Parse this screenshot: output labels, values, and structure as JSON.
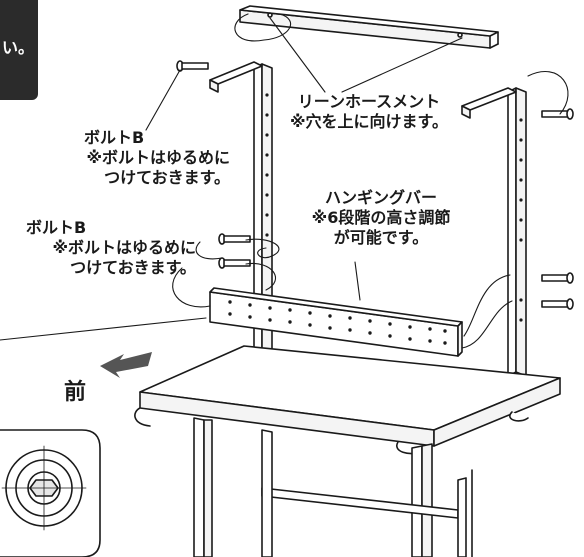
{
  "corner_tab": {
    "text": "い。"
  },
  "callouts": {
    "reinforcement": {
      "title": "リーンホースメント",
      "note": "※穴を上に向けます。"
    },
    "bolt_upper": {
      "title": "ボルトB",
      "note1": "※ボルトはゆるめに",
      "note2": "つけておきます。"
    },
    "bolt_lower": {
      "title": "ボルトB",
      "note1": "※ボルトはゆるめに",
      "note2": "つけておきます。"
    },
    "hanging_bar": {
      "title": "ハンギングバー",
      "note1": "※6段階の高さ調節",
      "note2": "が可能です。"
    }
  },
  "front": {
    "label": "前"
  },
  "colors": {
    "line": "#1a1a1a",
    "fill": "#ffffff",
    "panel": "#f4f4f4",
    "tab": "#2b2b2b"
  }
}
